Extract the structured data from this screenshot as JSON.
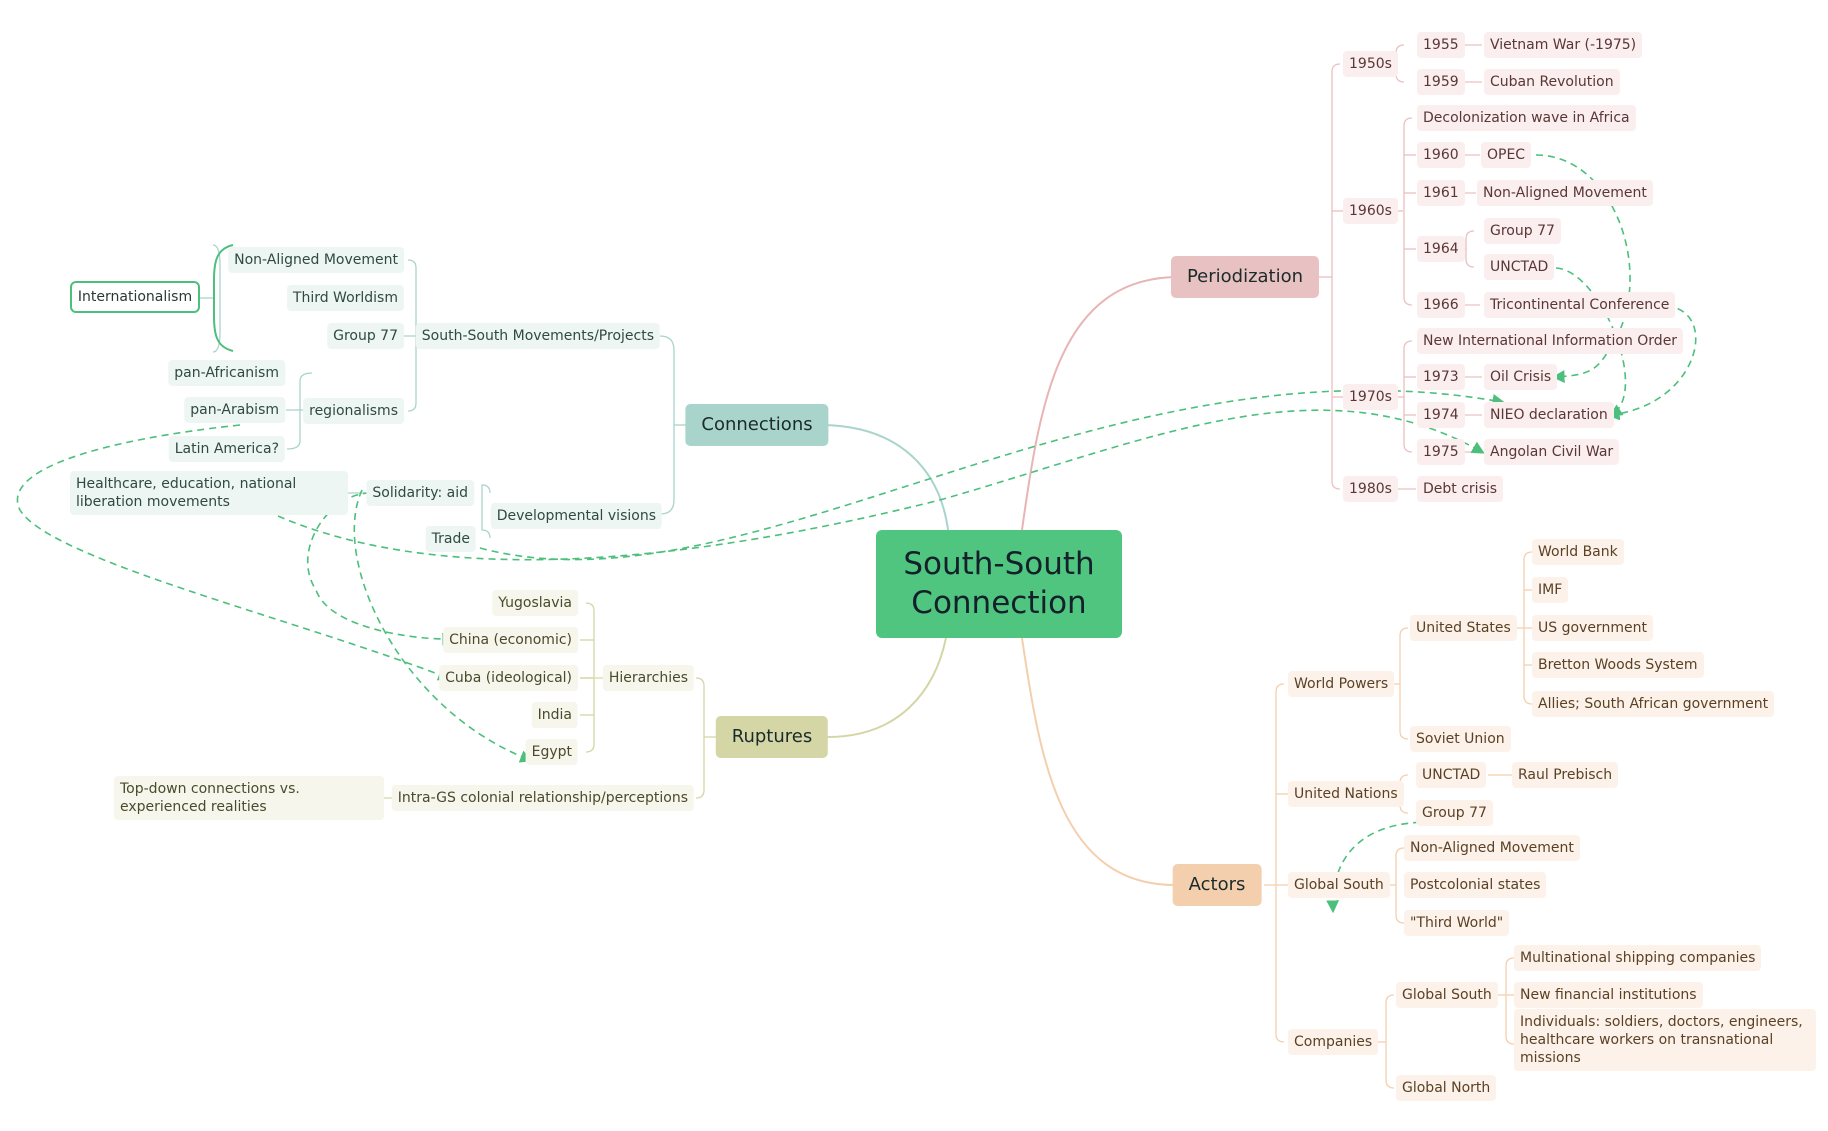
{
  "central": {
    "title": "South-South Connection"
  },
  "periodization": {
    "label": "Periodization",
    "d1950s": {
      "label": "1950s",
      "y1955": "1955",
      "vietnam": "Vietnam War (-1975)",
      "y1959": "1959",
      "cuba_rev": "Cuban Revolution"
    },
    "d1960s": {
      "label": "1960s",
      "decolonization": "Decolonization wave in Africa",
      "y1960": "1960",
      "opec": "OPEC",
      "y1961": "1961",
      "nam": "Non-Aligned Movement",
      "y1964": "1964",
      "g77": "Group 77",
      "unctad": "UNCTAD",
      "y1966": "1966",
      "tricontinental": "Tricontinental Conference"
    },
    "d1970s": {
      "label": "1970s",
      "niio": "New International Information Order",
      "y1973": "1973",
      "oil": "Oil Crisis",
      "y1974": "1974",
      "nieo": "NIEO declaration",
      "y1975": "1975",
      "angola": "Angolan Civil War"
    },
    "d1980s": {
      "label": "1980s",
      "debt": "Debt crisis"
    }
  },
  "connections": {
    "label": "Connections",
    "movements": {
      "label": "South-South Movements/Projects",
      "nam": "Non-Aligned Movement",
      "third": "Third Worldism",
      "g77": "Group 77",
      "regionalisms": "regionalisms",
      "panafr": "pan-Africanism",
      "panarab": "pan-Arabism",
      "latam": "Latin America?"
    },
    "internationalism": "Internationalism",
    "developmental": {
      "label": "Developmental visions",
      "aid": "Solidarity: aid",
      "healthcare": "Healthcare, education, national liberation movements",
      "trade": "Trade"
    }
  },
  "ruptures": {
    "label": "Ruptures",
    "hierarchies": {
      "label": "Hierarchies",
      "yugoslavia": "Yugoslavia",
      "china": "China (economic)",
      "cuba": "Cuba (ideological)",
      "india": "India",
      "egypt": "Egypt"
    },
    "intragc": {
      "label": "Intra-GS colonial relationship/perceptions",
      "topdown": "Top-down connections vs. experienced realities"
    }
  },
  "actors": {
    "label": "Actors",
    "world_powers": {
      "label": "World Powers",
      "us": "United States",
      "wb": "World Bank",
      "imf": "IMF",
      "usgov": "US government",
      "bw": "Bretton Woods System",
      "allies": "Allies; South African government",
      "ussr": "Soviet Union"
    },
    "un": {
      "label": "United Nations",
      "unctad": "UNCTAD",
      "prebisch": "Raul Prebisch",
      "g77": "Group 77"
    },
    "gs": {
      "label": "Global South",
      "nam": "Non-Aligned Movement",
      "postcolonial": "Postcolonial states",
      "third": "\"Third World\""
    },
    "companies": {
      "label": "Companies",
      "gs": "Global South",
      "shipping": "Multinational shipping companies",
      "financial": "New financial institutions",
      "individuals": "Individuals: soldiers, doctors, engineers, healthcare workers on transnational missions",
      "gn": "Global North"
    }
  },
  "colors": {
    "central": "#4fc57f",
    "periodization": "#e8c2c2",
    "connections": "#a9d4cb",
    "ruptures": "#d4d6a6",
    "actors": "#f4cfae",
    "relationship": "#4cbf7c"
  }
}
